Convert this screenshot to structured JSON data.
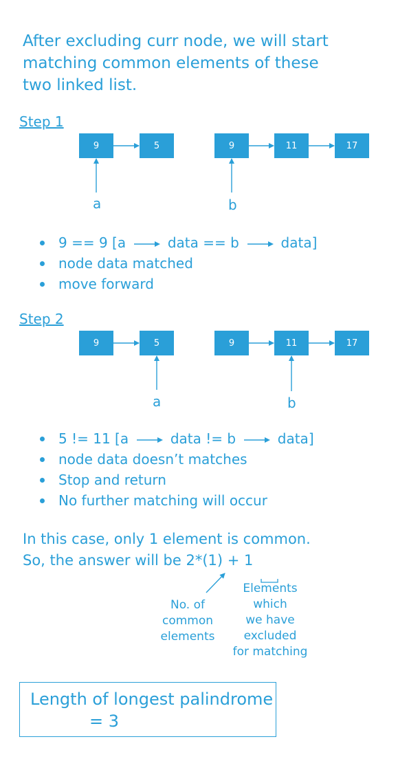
{
  "intro": [
    "After excluding curr node, we will start",
    "matching common elements of these",
    "two linked list."
  ],
  "step1": {
    "title": "Step 1",
    "list_a": [
      "9",
      "5"
    ],
    "list_b": [
      "9",
      "11",
      "17"
    ],
    "pointer_a": "a",
    "pointer_b": "b",
    "bullets": {
      "b1_pre": "9 == 9  [a",
      "b1_mid": "data == b",
      "b1_post": "data]",
      "b2": "node data matched",
      "b3": "move forward"
    }
  },
  "step2": {
    "title": "Step 2",
    "list_a": [
      "9",
      "5"
    ],
    "list_b": [
      "9",
      "11",
      "17"
    ],
    "pointer_a": "a",
    "pointer_b": "b",
    "bullets": {
      "b1_pre": "5 != 11 [a",
      "b1_mid": "data != b",
      "b1_post": "data]",
      "b2": "node data doesn’t matches",
      "b3": "Stop and return",
      "b4": "No further matching will occur"
    }
  },
  "summary": {
    "line1": "In this case,  only 1 element is common.",
    "line2_pre": "So, the answer will be  2*(1) + ",
    "line2_one": "1"
  },
  "notes": {
    "common": [
      "No. of",
      "common",
      "elements"
    ],
    "excluded": [
      "Elements",
      "which",
      "we have",
      "excluded",
      "for matching"
    ]
  },
  "result": {
    "line1": "Length of longest palindrome",
    "line2": "= 3"
  },
  "colors": {
    "accent": "#2a9fd8",
    "node_text": "#ffffff"
  }
}
